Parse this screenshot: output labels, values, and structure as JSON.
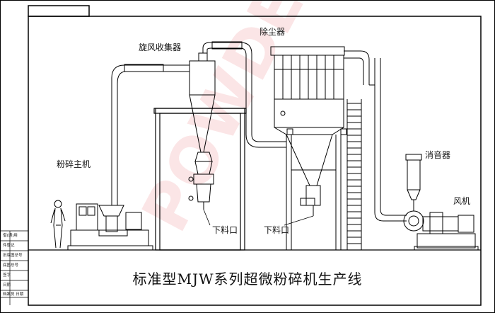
{
  "labels": {
    "cyclone": "旋风收集器",
    "dust_collector": "除尘器",
    "main_grinder": "粉碎主机",
    "silencer": "消音器",
    "fan": "风机",
    "discharge_left": "下料口",
    "discharge_right": "下料口"
  },
  "caption": "标准型MJW系列超微粉碎机生产线",
  "title_block": [
    "借(通)用",
    "件登记",
    "旧底图总号",
    "底图总号",
    "签字",
    "日期",
    "档案员 日期"
  ],
  "watermark": "POWDER"
}
